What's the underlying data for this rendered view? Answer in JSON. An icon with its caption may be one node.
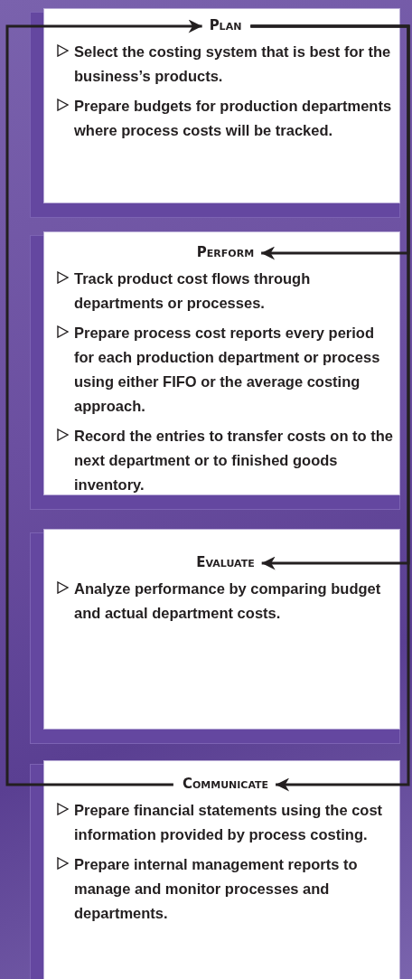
{
  "diagram": {
    "nodes": [
      {
        "text": [
          "Plan",
          "Select the costing system that is best for the business’s products.",
          "Prepare budgets for production departments where process costs will be tracked."
        ]
      },
      {
        "text": [
          "Perform",
          "Track product cost flows through departments or processes.",
          "Prepare process cost reports every period for each production department or process using either FIFO or the average costing approach.",
          "Record the entries to transfer costs on to the next department or to finished goods inventory."
        ]
      },
      {
        "text": [
          "Evaluate",
          "Analyze performance by comparing budget and actual department costs."
        ]
      },
      {
        "text": [
          "Communicate",
          "Prepare financial statements using the cost information provided by process costing.",
          "Prepare internal management reports to manage and monitor processes and departments."
        ]
      }
    ],
    "edges": [
      {
        "from": 0,
        "to": 1,
        "arrow": "to"
      },
      {
        "from": 0,
        "to": 2,
        "arrow": "to"
      },
      {
        "from": 0,
        "to": 3,
        "arrow": "to"
      },
      {
        "from": 3,
        "to": 0,
        "arrow": "to"
      }
    ]
  }
}
